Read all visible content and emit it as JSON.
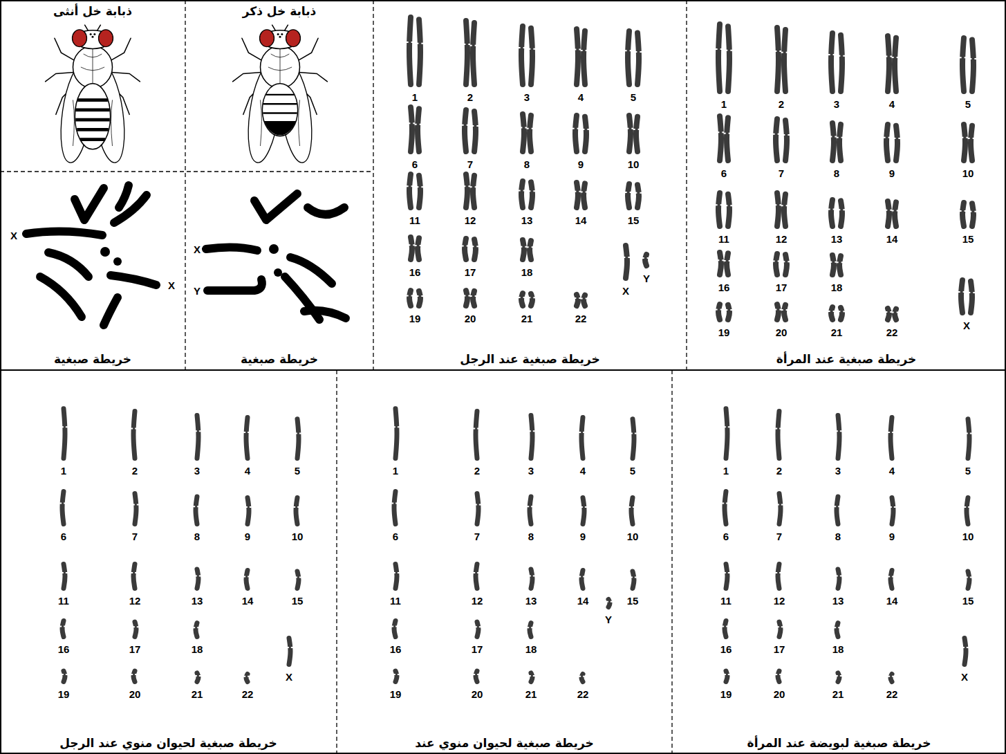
{
  "diagram": {
    "nodes": [
      {
        "text": [
          "ذبابة خل أنثى"
        ]
      },
      {
        "text": [
          "ذبابة خل ذكر"
        ]
      },
      {
        "text": [
          "خريطة صبغية"
        ]
      },
      {
        "text": [
          "خريطة صبغية"
        ]
      },
      {
        "text": [
          "خريطة صبغية عند الرجل"
        ]
      },
      {
        "text": [
          "خريطة صبغية عند المرأة"
        ]
      },
      {
        "text": [
          "خريطة صبغية لحيوان منوي عند الرجل"
        ]
      },
      {
        "text": [
          "خريطة صبغية لحيوان منوي عند"
        ]
      },
      {
        "text": [
          "خريطة صبغية لبويضة عند المرأة"
        ]
      }
    ],
    "labels": [
      "X",
      "X",
      "X",
      "Y",
      "1",
      "2",
      "3",
      "4",
      "5",
      "6",
      "7",
      "8",
      "9",
      "10",
      "11",
      "12",
      "13",
      "14",
      "15",
      "16",
      "17",
      "18",
      "19",
      "20",
      "21",
      "22",
      "X",
      "Y",
      "1",
      "2",
      "3",
      "4",
      "5",
      "6",
      "7",
      "8",
      "9",
      "10",
      "11",
      "12",
      "13",
      "14",
      "15",
      "16",
      "17",
      "18",
      "19",
      "20",
      "21",
      "22",
      "X",
      "1",
      "2",
      "3",
      "4",
      "5",
      "6",
      "7",
      "8",
      "9",
      "10",
      "11",
      "12",
      "13",
      "14",
      "15",
      "16",
      "17",
      "18",
      "19",
      "20",
      "21",
      "22",
      "X",
      "1",
      "2",
      "3",
      "4",
      "5",
      "6",
      "7",
      "8",
      "9",
      "10",
      "11",
      "12",
      "13",
      "14",
      "15",
      "16",
      "17",
      "18",
      "19",
      "20",
      "21",
      "22",
      "Y",
      "1",
      "2",
      "3",
      "4",
      "5",
      "6",
      "7",
      "8",
      "9",
      "10",
      "11",
      "12",
      "13",
      "14",
      "15",
      "16",
      "17",
      "18",
      "19",
      "20",
      "21",
      "22",
      "X"
    ]
  }
}
